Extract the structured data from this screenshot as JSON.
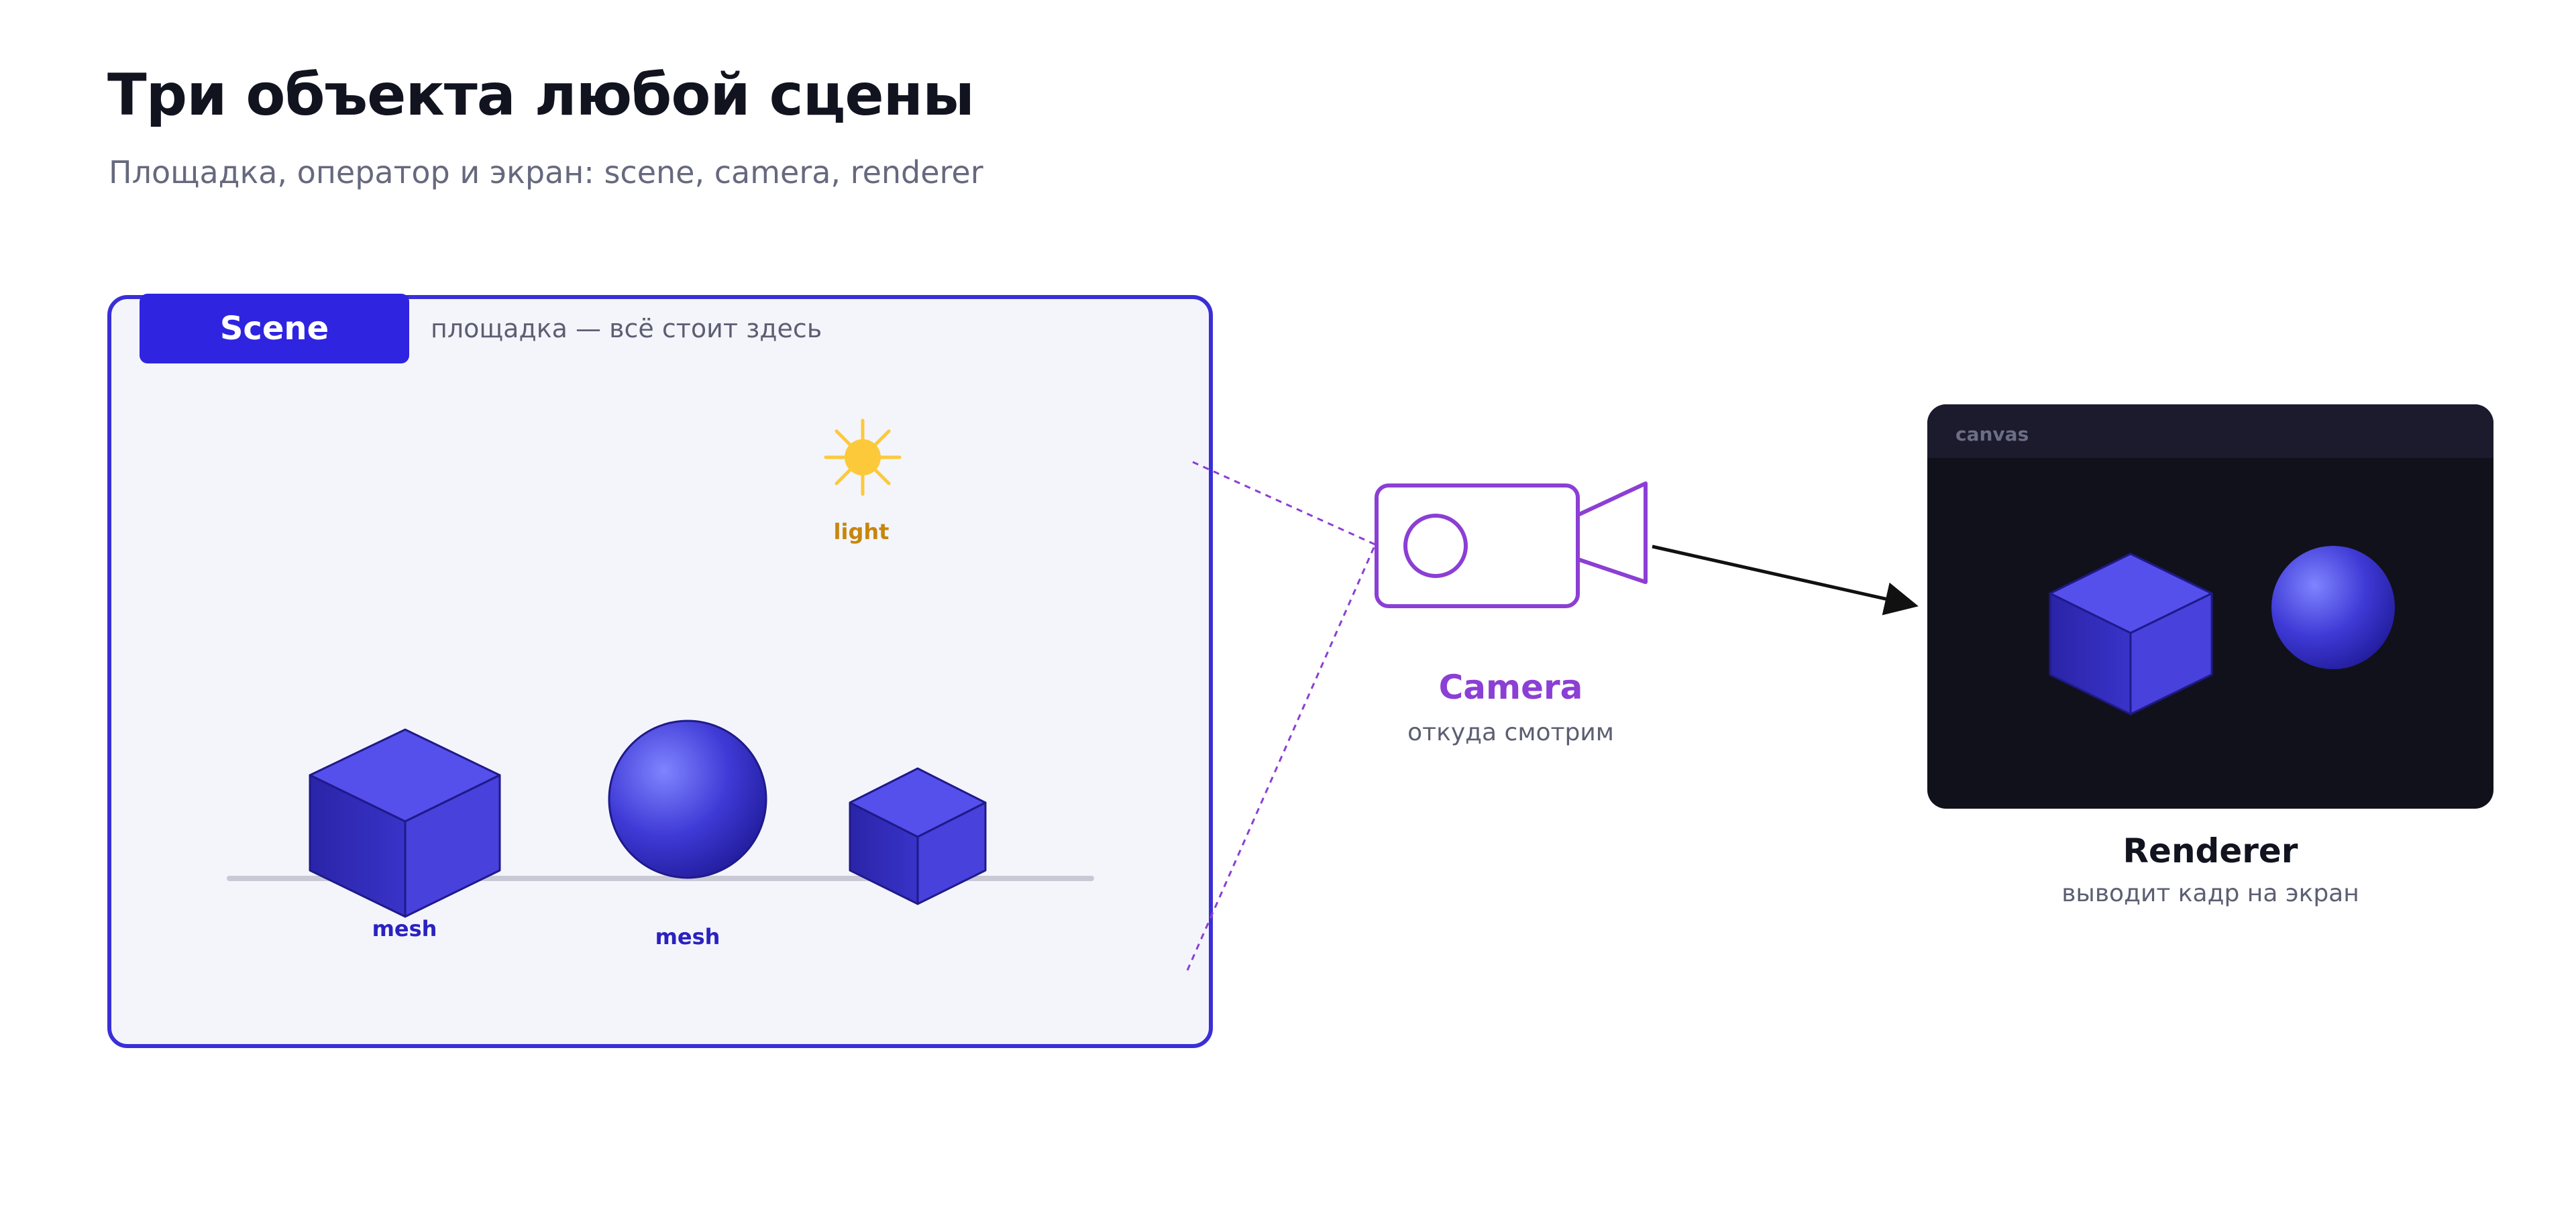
{
  "header": {
    "title": "Три объекта любой сцены",
    "subtitle": "Площадка, оператор и экран: scene, camera, renderer"
  },
  "scene": {
    "tag": "Scene",
    "caption": "площадка — всё стоит здесь",
    "light_label": "light",
    "mesh_labels": [
      "mesh",
      "mesh"
    ]
  },
  "camera": {
    "title": "Camera",
    "subtitle": "откуда смотрим"
  },
  "renderer": {
    "canvas_label": "canvas",
    "title": "Renderer",
    "subtitle": "выводит кадр на экран"
  },
  "colors": {
    "scene_accent": "#2f24e0",
    "camera_accent": "#8b3fd4",
    "light": "#fcc93a",
    "mesh": "#4a44e0",
    "canvas_bg": "#11111c"
  },
  "icons": [
    "sun-icon",
    "camera-icon",
    "arrow-icon"
  ]
}
